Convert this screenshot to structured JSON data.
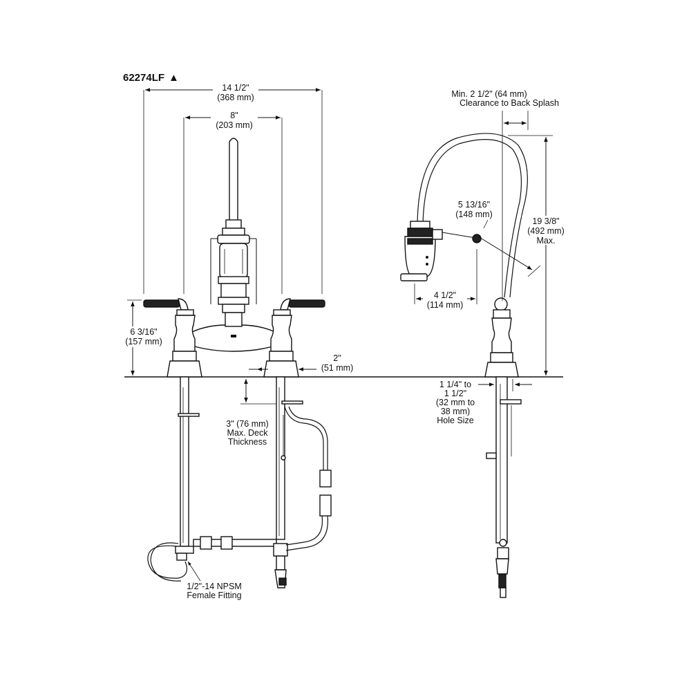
{
  "model": {
    "number": "62274LF",
    "symbol": "▲"
  },
  "front_view": {
    "overall_width": {
      "imperial": "14 1/2\"",
      "metric": "(368 mm)"
    },
    "center_spacing": {
      "imperial": "8\"",
      "metric": "(203 mm)"
    },
    "handle_height": {
      "imperial": "6 3/16\"",
      "metric": "(157 mm)"
    },
    "base_diameter": {
      "imperial": "2\"",
      "metric": "(51 mm)"
    },
    "deck_thickness": {
      "line1": "3\" (76 mm)",
      "line2": "Max. Deck",
      "line3": "Thickness"
    },
    "fitting": {
      "line1": "1/2\"-14 NPSM",
      "line2": "Female Fitting"
    }
  },
  "side_view": {
    "clearance": {
      "line1": "Min. 2 1/2\" (64 mm)",
      "line2": "Clearance to Back Splash"
    },
    "spout_reach": {
      "imperial": "5 13/16\"",
      "metric": "(148 mm)"
    },
    "overall_height": {
      "imperial": "19 3/8\"",
      "metric": "(492 mm)",
      "note": "Max."
    },
    "arm_length": {
      "imperial": "4 1/2\"",
      "metric": "(114 mm)"
    },
    "hole_size": {
      "line1": "1 1/4\" to",
      "line2": "1 1/2\"",
      "line3": "(32 mm to",
      "line4": "38 mm)",
      "line5": "Hole Size"
    }
  }
}
